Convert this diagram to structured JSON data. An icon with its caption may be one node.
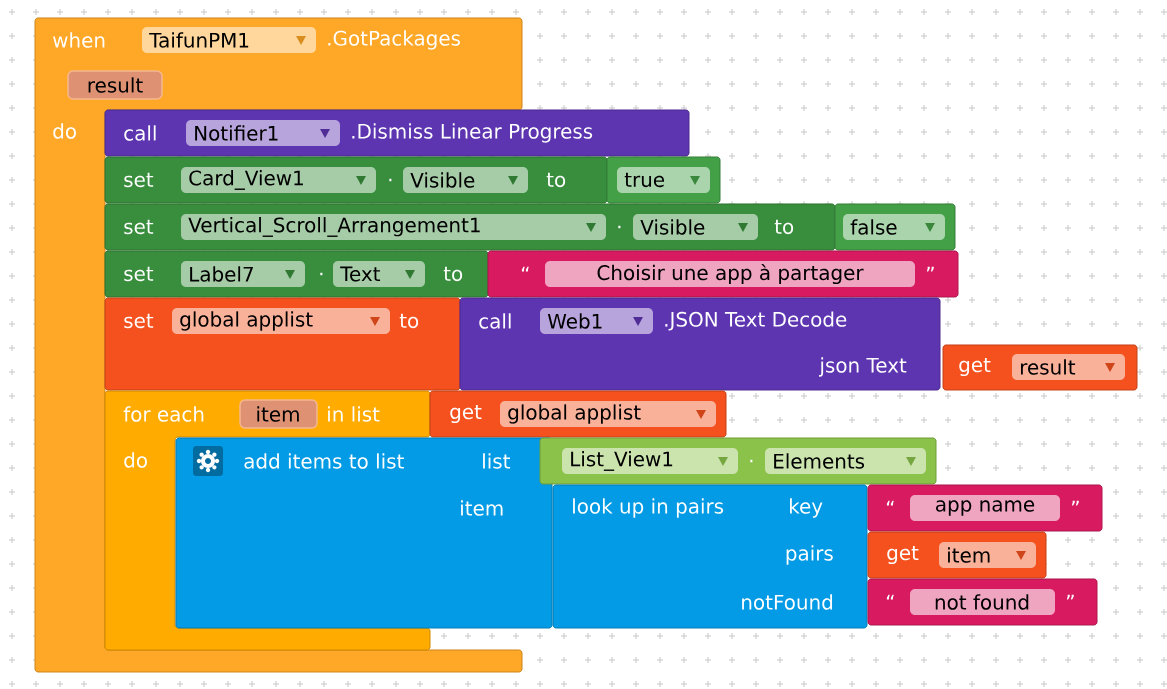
{
  "diagram": {
    "nodes": [
      {
        "text": [
          "when",
          "TaifunPM1",
          ".GotPackages",
          "result",
          "do"
        ]
      },
      {
        "text": [
          "call",
          "Notifier1",
          ".Dismiss Linear Progress"
        ]
      },
      {
        "text": [
          "set",
          "Card_View1",
          ".",
          "Visible",
          "to"
        ]
      },
      {
        "text": [
          "true"
        ]
      },
      {
        "text": [
          "set",
          "Vertical_Scroll_Arrangement1",
          ".",
          "Visible",
          "to"
        ]
      },
      {
        "text": [
          "false"
        ]
      },
      {
        "text": [
          "set",
          "Label7",
          ".",
          "Text",
          "to"
        ]
      },
      {
        "text": [
          "“",
          "Choisir une app à partager",
          "”"
        ]
      },
      {
        "text": [
          "set",
          "global applist",
          "to"
        ]
      },
      {
        "text": [
          "call",
          "Web1",
          ".JSON Text Decode",
          "json Text"
        ]
      },
      {
        "text": [
          "get",
          "result"
        ]
      },
      {
        "text": [
          "for each",
          "item",
          "in list",
          "do"
        ]
      },
      {
        "text": [
          "get",
          "global applist"
        ]
      },
      {
        "text": [
          "add items to list",
          "list",
          "item"
        ]
      },
      {
        "text": [
          "List_View1",
          ".",
          "Elements"
        ]
      },
      {
        "text": [
          "look up in pairs",
          "key",
          "pairs",
          "notFound"
        ]
      },
      {
        "text": [
          "“",
          "app name",
          "”"
        ]
      },
      {
        "text": [
          "get",
          "item"
        ]
      },
      {
        "text": [
          "“",
          "not found",
          "”"
        ]
      }
    ]
  }
}
